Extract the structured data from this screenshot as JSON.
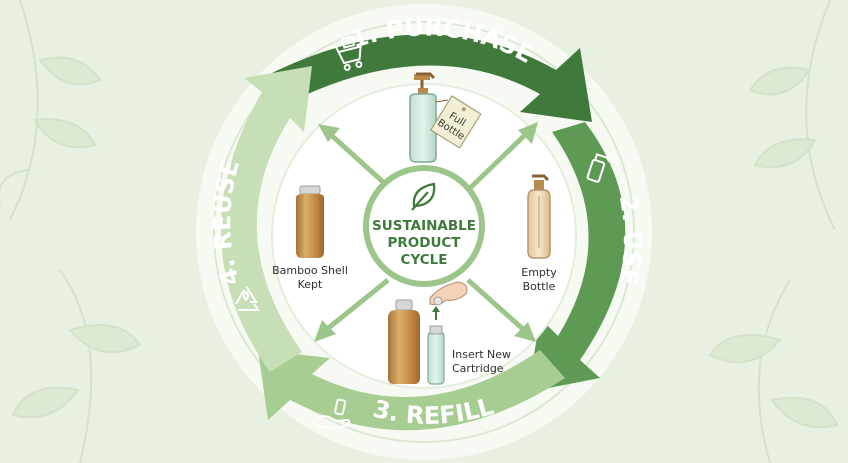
{
  "center": {
    "line1": "SUSTAINABLE",
    "line2": "PRODUCT",
    "line3": "CYCLE"
  },
  "stages": {
    "purchase": "1. PURCHASE",
    "use": "2. USE",
    "refill": "3. REFILL",
    "reuse": "4. REUSE"
  },
  "labels": {
    "tag_line1": "Full",
    "tag_line2": "Bottle",
    "empty_line1": "Empty",
    "empty_line2": "Bottle",
    "bamboo_line1": "Bamboo Shell",
    "bamboo_line2": "Kept",
    "cartridge_line1": "Insert New",
    "cartridge_line2": "Cartridge"
  },
  "colors": {
    "dark_green": "#3f7a3c",
    "mid_green": "#5f9a55",
    "light_green": "#a7cd93",
    "background": "#e8f0e1",
    "bamboo": "#c8954c"
  }
}
